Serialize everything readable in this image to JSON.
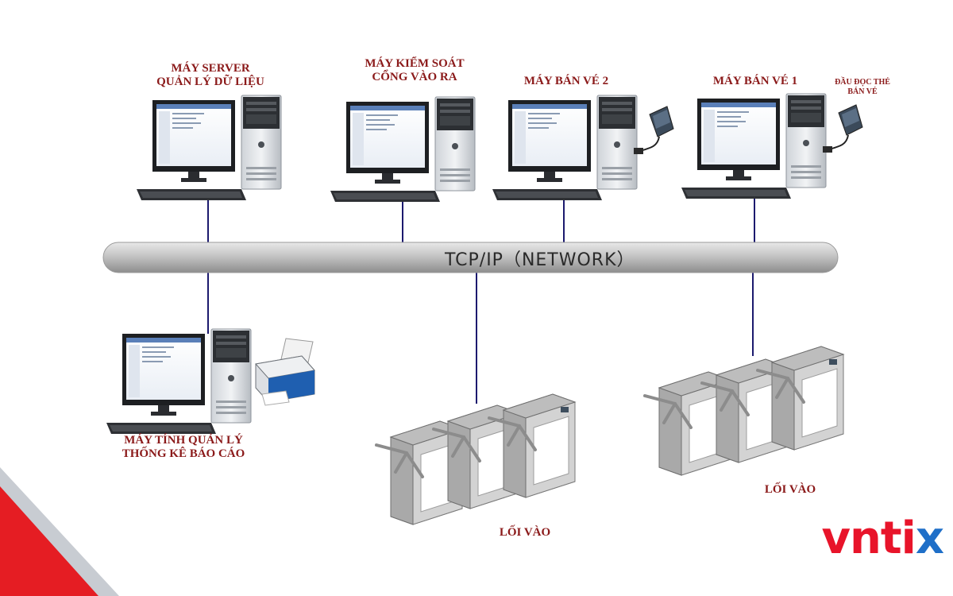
{
  "network": {
    "label": "TCP/IP（NETWORK）"
  },
  "nodes": {
    "server": {
      "label_line1": "MÁY SERVER",
      "label_line2": "QUẢN LÝ DỮ LIỆU"
    },
    "access_control": {
      "label_line1": "MÁY KIỂM SOÁT",
      "label_line2": "CỔNG VÀO RA"
    },
    "ticket_2": {
      "label": "MÁY BÁN VÉ 2"
    },
    "ticket_1": {
      "label": "MÁY BÁN VÉ 1"
    },
    "card_reader": {
      "label_line1": "ĐẦU ĐỌC THẺ",
      "label_line2": "BÁN VÉ"
    },
    "report_pc": {
      "label_line1": "MÁY TÍNH QUẢN LÝ",
      "label_line2": "THỐNG KÊ BÁO CÁO"
    },
    "entrance_left": {
      "label": "LỐI VÀO"
    },
    "entrance_right": {
      "label": "LỐI VÀO"
    }
  },
  "brand": {
    "logo_text": "vntix",
    "logo_main": "vnti",
    "logo_x": "x",
    "red": "#e8142a",
    "blue": "#1f6fc8"
  },
  "colors": {
    "network_pipe": "#c9c9c9",
    "connector_line": "#1c1a6e",
    "label_text": "#8b1a1a",
    "corner_red": "#e51d23",
    "corner_gray": "#c8ccd2"
  }
}
